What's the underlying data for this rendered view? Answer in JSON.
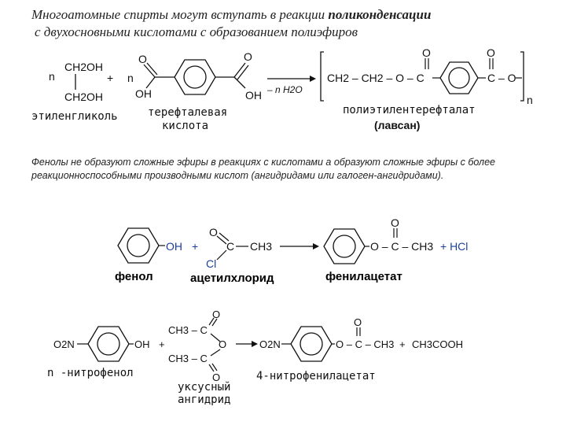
{
  "intro": {
    "line1_prefix": "Многоатомные спирты могут вступать в реакции ",
    "line1_bold": "поликонденсации",
    "line2": "с двухосновными кислотами с образованием полиэфиров"
  },
  "reaction1": {
    "n1": "n",
    "ch2oh_top": "CH2OH",
    "ch2oh_bottom": "CH2OH",
    "plus": "+",
    "n2": "n",
    "o": "O",
    "oh": "OH",
    "arrow_label": "– n H2O",
    "polymer_chain": "CH2 – CH2 – O – C",
    "polymer_c": "C – O",
    "subscript_n": "n",
    "label_ethylene_glycol": "этиленгликоль",
    "label_acid_1": "терефталевая",
    "label_acid_2": "кислота",
    "label_polymer": "полиэтилентерефталат",
    "label_lavsan": "(лавсан)"
  },
  "note_text": "Фенолы не образуют сложные эфиры в реакциях с кислотами а образуют  сложные эфиры с более реакционноспособными производными кислот (ангидридами или галоген-ангидридами).",
  "reaction2": {
    "oh": "OH",
    "plus": "+",
    "o": "O",
    "c": "C",
    "ch3": "CH3",
    "cl": "Cl",
    "product": "O – C – CH3",
    "plus2": "+ HCl",
    "label_phenol": "фенол",
    "label_acetyl": "ацетилхлорид",
    "label_product": "фенилацетат"
  },
  "reaction3": {
    "o2n_left": "O2N",
    "oh": "OH",
    "plus": "+",
    "ch3_top": "CH3 – C",
    "ch3_bottom": "CH3 – C",
    "o": "O",
    "o2n_right": "O2N",
    "product": "O – C – CH3",
    "plus2": "+",
    "acid": "CH3COOH",
    "label_nitrophenol": "n -нитрофенол",
    "label_anhydride_1": "уксусный",
    "label_anhydride_2": "ангидрид",
    "label_product": "4-нитрофенилацетат"
  },
  "colors": {
    "text": "#111111",
    "blue": "#1c3f9e",
    "gray_text": "#222222"
  }
}
